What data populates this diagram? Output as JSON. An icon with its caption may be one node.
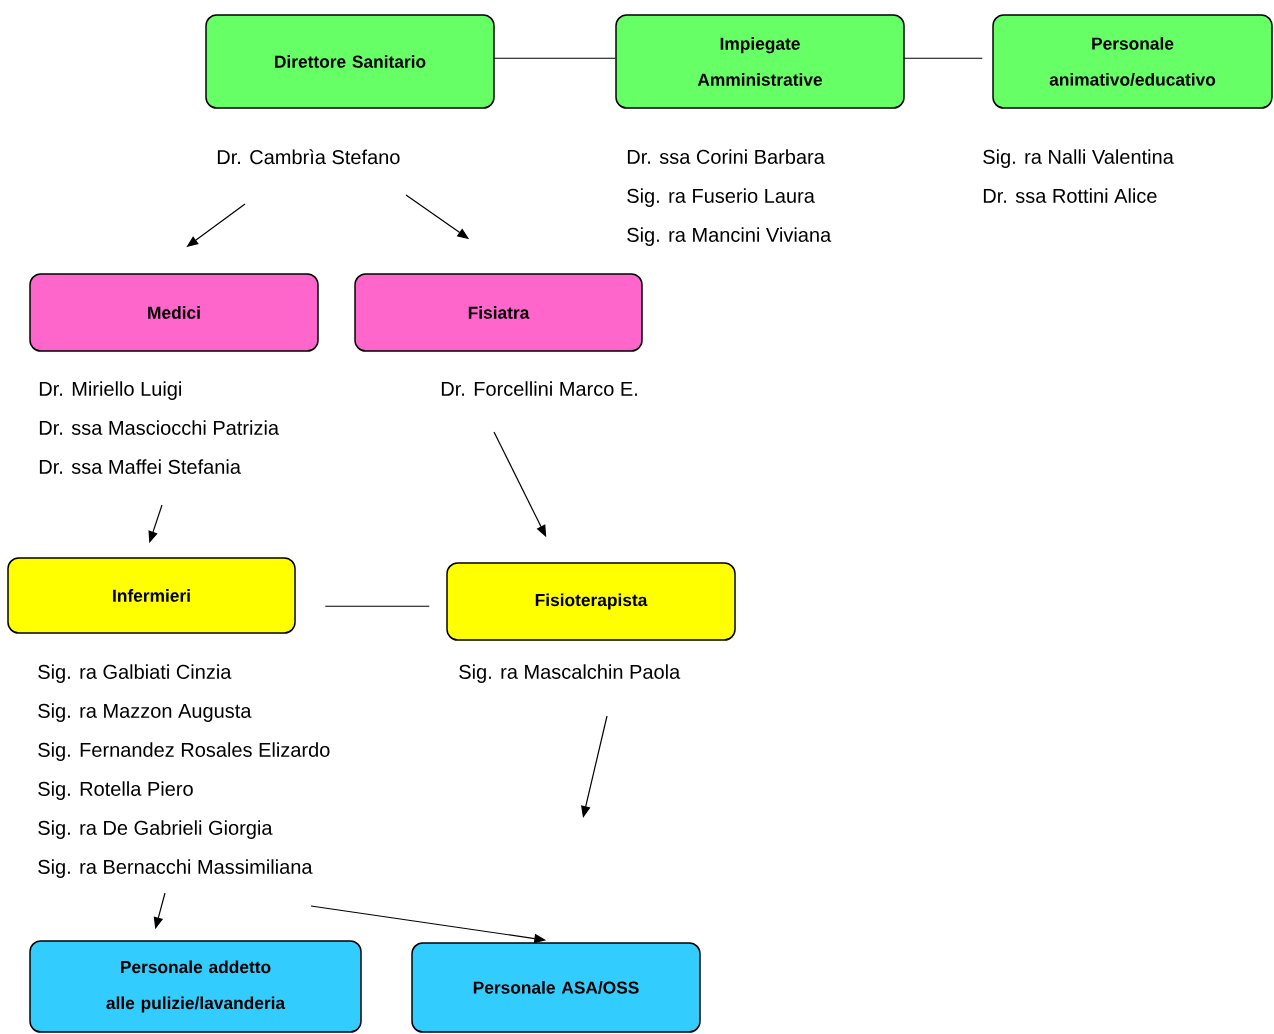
{
  "diagram": {
    "nodes": [
      {
        "text": [
          "Direttore Sanitario"
        ]
      },
      {
        "text": [
          "Impiegate Amministrative"
        ]
      },
      {
        "text": [
          "Personale animativo/educativo"
        ]
      },
      {
        "text": [
          "Dr. Cambrìa Stefano"
        ]
      },
      {
        "text": [
          "Dr. ssa Corini Barbara",
          "Sig. ra Fuserio Laura",
          "Sig. ra Mancini Viviana"
        ]
      },
      {
        "text": [
          "Sig. ra  Nalli Valentina",
          "Dr. ssa Rottini Alice"
        ]
      },
      {
        "text": [
          "Medici"
        ]
      },
      {
        "text": [
          "Fisiatra"
        ]
      },
      {
        "text": [
          "Dr. Miriello Luigi",
          "Dr. ssa Masciocchi Patrizia",
          "Dr. ssa Maffei Stefania"
        ]
      },
      {
        "text": [
          "Dr. Forcellini Marco E."
        ]
      },
      {
        "text": [
          "Infermieri"
        ]
      },
      {
        "text": [
          "Fisioterapista"
        ]
      },
      {
        "text": [
          "Sig. ra Galbiati Cinzia",
          "Sig. ra Mazzon Augusta",
          "Sig. Fernandez Rosales Elizardo",
          "Sig. Rotella Piero",
          "Sig. ra De Gabrieli Giorgia",
          "Sig. ra Bernacchi Massimiliana"
        ]
      },
      {
        "text": [
          "Sig. ra  Mascalchin Paola"
        ]
      },
      {
        "text": [
          "Personale addetto alle pulizie/lavanderia"
        ]
      },
      {
        "text": [
          "Personale ASA/OSS"
        ]
      }
    ],
    "edges": [
      {
        "from": 0,
        "to": 1,
        "arrow": "none"
      },
      {
        "from": 1,
        "to": 2,
        "arrow": "none"
      },
      {
        "from": 3,
        "to": 6,
        "arrow": "to"
      },
      {
        "from": 3,
        "to": 7,
        "arrow": "to"
      },
      {
        "from": 8,
        "to": 10,
        "arrow": "to"
      },
      {
        "from": 9,
        "to": 11,
        "arrow": "to"
      },
      {
        "from": 10,
        "to": 11,
        "arrow": "none"
      },
      {
        "from": 13,
        "to": null,
        "arrow": "to"
      },
      {
        "from": 12,
        "to": 14,
        "arrow": "to"
      },
      {
        "from": 12,
        "to": 15,
        "arrow": "to"
      }
    ]
  }
}
